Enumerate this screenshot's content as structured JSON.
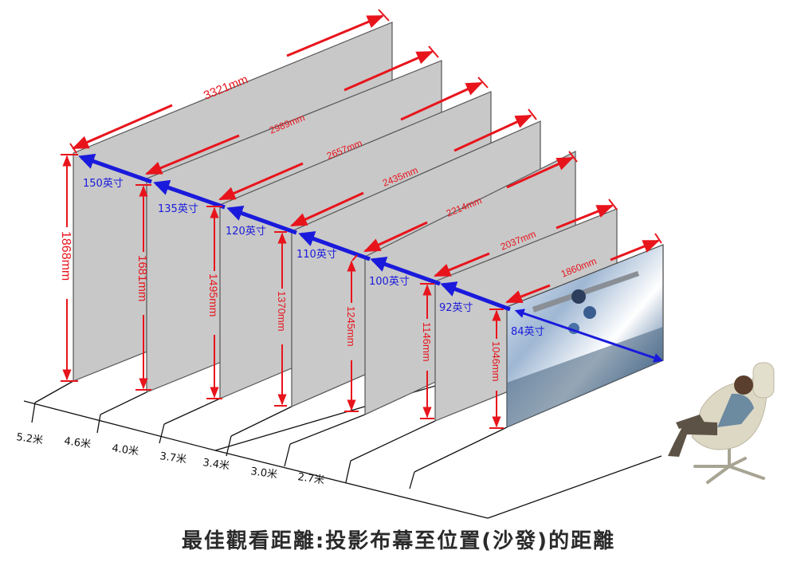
{
  "caption": "最佳觀看距離:投影布幕至位置(沙發)的距離",
  "colors": {
    "screen_fill": "#c8c8c8",
    "screen_edge": "#555555",
    "dimension_red": "#e8141c",
    "diagonal_blue": "#1a1adc",
    "floor_line": "#111111"
  },
  "screens": [
    {
      "size": "150英寸",
      "width": "3321mm",
      "height": "1868mm"
    },
    {
      "size": "135英寸",
      "width": "2989mm",
      "height": "1681mm"
    },
    {
      "size": "120英寸",
      "width": "2657mm",
      "height": "1495mm"
    },
    {
      "size": "110英寸",
      "width": "2435mm",
      "height": "1370mm"
    },
    {
      "size": "100英寸",
      "width": "2214mm",
      "height": "1245mm"
    },
    {
      "size": "92英寸",
      "width": "2037mm",
      "height": "1146mm"
    },
    {
      "size": "84英寸",
      "width": "1860mm",
      "height": "1046mm"
    }
  ],
  "distances": [
    "5.2米",
    "4.6米",
    "4.0米",
    "3.7米",
    "3.4米",
    "3.0米",
    "2.7米"
  ],
  "chart_data": {
    "type": "table",
    "title": "最佳觀看距離:投影布幕至位置(沙發)的距離",
    "columns": [
      "screen_size_inch",
      "width_mm",
      "height_mm",
      "viewing_distance_m"
    ],
    "rows": [
      [
        150,
        3321,
        1868,
        5.2
      ],
      [
        135,
        2989,
        1681,
        4.6
      ],
      [
        120,
        2657,
        1495,
        4.0
      ],
      [
        110,
        2435,
        1370,
        3.7
      ],
      [
        100,
        2214,
        1245,
        3.4
      ],
      [
        92,
        2037,
        1146,
        3.0
      ],
      [
        84,
        1860,
        1046,
        2.7
      ]
    ]
  }
}
